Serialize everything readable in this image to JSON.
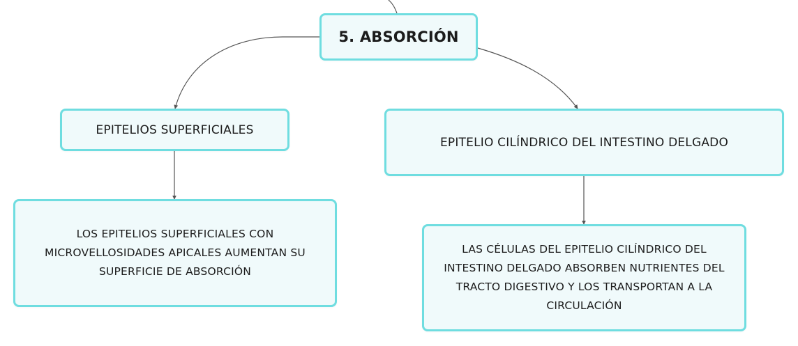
{
  "diagram": {
    "root": {
      "label": "5. ABSORCIÓN"
    },
    "branches": [
      {
        "label": "EPITELIOS SUPERFICIALES",
        "child": "LOS EPITELIOS SUPERFICIALES CON MICROVELLOSIDADES APICALES AUMENTAN SU SUPERFICIE DE ABSORCIÓN"
      },
      {
        "label": "EPITELIO CILÍNDRICO DEL INTESTINO DELGADO",
        "child": "LAS CÉLULAS DEL EPITELIO CILÍNDRICO DEL INTESTINO DELGADO ABSORBEN NUTRIENTES DEL TRACTO DIGESTIVO Y LOS TRANSPORTAN A LA CIRCULACIÓN"
      }
    ],
    "colors": {
      "node_border": "#6fdde0",
      "node_fill": "#f0fafb",
      "connector": "#555555",
      "text": "#1b1b1b"
    }
  }
}
